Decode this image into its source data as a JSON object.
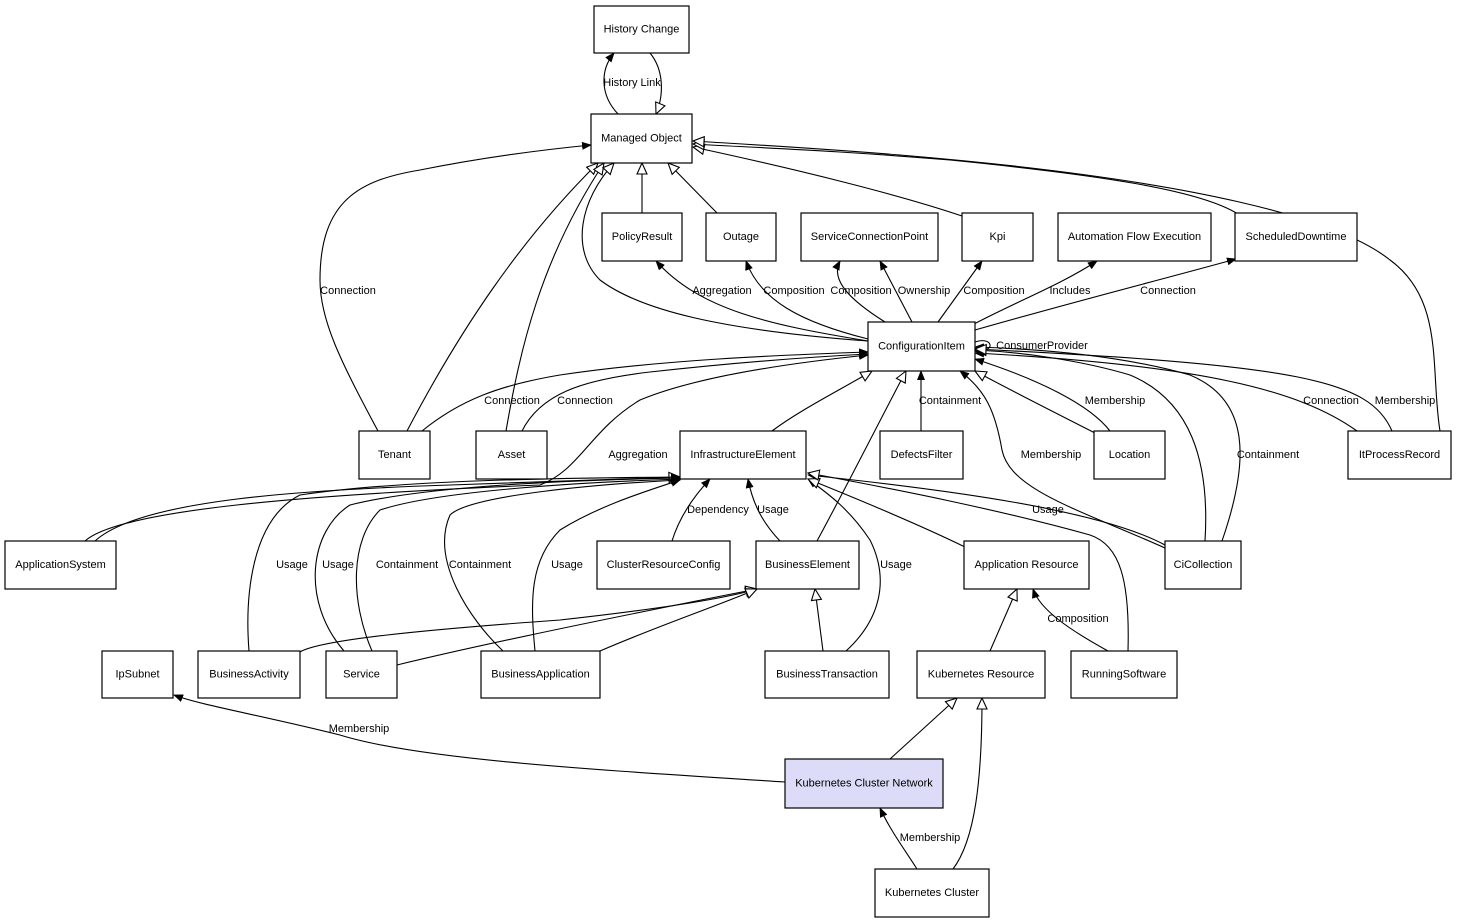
{
  "nodes": {
    "history_change": "History Change",
    "managed_object": "Managed Object",
    "policy_result": "PolicyResult",
    "outage": "Outage",
    "service_connection_point": "ServiceConnectionPoint",
    "kpi": "Kpi",
    "automation_flow_execution": "Automation Flow Execution",
    "scheduled_downtime": "ScheduledDowntime",
    "configuration_item": "ConfigurationItem",
    "tenant": "Tenant",
    "asset": "Asset",
    "infrastructure_element": "InfrastructureElement",
    "defects_filter": "DefectsFilter",
    "location": "Location",
    "it_process_record": "ItProcessRecord",
    "application_system": "ApplicationSystem",
    "cluster_resource_config": "ClusterResourceConfig",
    "business_element": "BusinessElement",
    "application_resource": "Application Resource",
    "ci_collection": "CiCollection",
    "ip_subnet": "IpSubnet",
    "business_activity": "BusinessActivity",
    "service": "Service",
    "business_application": "BusinessApplication",
    "business_transaction": "BusinessTransaction",
    "kubernetes_resource": "Kubernetes Resource",
    "running_software": "RunningSoftware",
    "kubernetes_cluster_network": "Kubernetes Cluster Network",
    "kubernetes_cluster": "Kubernetes Cluster"
  },
  "edge_labels": {
    "history_link": "History Link",
    "tenant_connection_mo": "Connection",
    "aggregation_policy": "Aggregation",
    "composition_outage": "Composition",
    "composition_scp": "Composition",
    "ownership_scp": "Ownership",
    "composition_kpi": "Composition",
    "includes_afe": "Includes",
    "connection_sd": "Connection",
    "consumer_provider": "ConsumerProvider",
    "tenant_connection_ci": "Connection",
    "asset_connection_ci": "Connection",
    "aggregation_appsys": "Aggregation",
    "containment_defects": "Containment",
    "membership_location": "Membership",
    "membership_cicollection": "Membership",
    "containment_cicollection": "Containment",
    "connection_itpr": "Connection",
    "membership_itpr": "Membership",
    "dependency_crc": "Dependency",
    "usage_be": "Usage",
    "usage_cicollection": "Usage",
    "usage_bact": "Usage",
    "usage_service": "Usage",
    "containment_service": "Containment",
    "containment_bapp": "Containment",
    "usage_bapp": "Usage",
    "usage_btx": "Usage",
    "composition_rs": "Composition",
    "membership_ipsubnet": "Membership",
    "membership_kcn": "Membership"
  },
  "colors": {
    "highlight_fill": "#dcdcf8",
    "node_fill": "#ffffff",
    "stroke": "#000000"
  }
}
